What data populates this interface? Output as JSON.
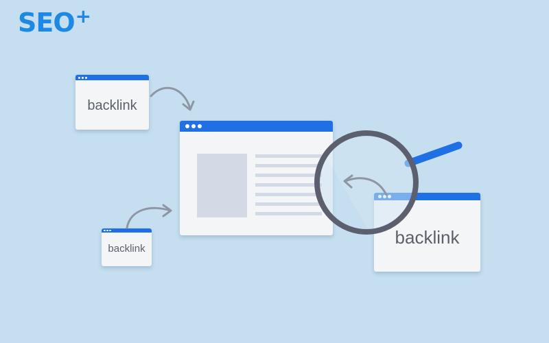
{
  "logo": {
    "text": "SEO",
    "superscript": "+"
  },
  "windows": {
    "small_top_left": {
      "label": "backlink"
    },
    "small_bottom_left": {
      "label": "backlink"
    },
    "right": {
      "label": "backlink"
    }
  },
  "colors": {
    "background": "#c5dff0",
    "brand_blue": "#1e88e5",
    "window_bar": "#1f6fe5",
    "window_body": "#f4f5f7",
    "placeholder": "#d4d9e6",
    "arrow": "#8e96a4",
    "magnifier_ring": "#5b5f6e"
  },
  "icons": [
    "magnifier-icon",
    "curved-arrow-icon"
  ]
}
